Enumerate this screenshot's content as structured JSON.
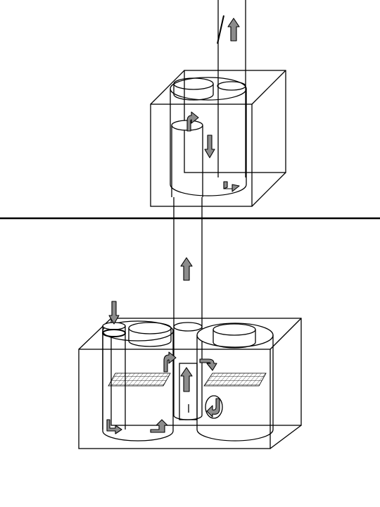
{
  "diagram": {
    "colors": {
      "line": "#000000",
      "arrow_fill": "#8c8c8c",
      "background": "#ffffff",
      "grid": "#000000"
    },
    "parts": [
      "upper-chamber",
      "lower-chamber",
      "ground-line",
      "riser-pipe",
      "exhaust-stack",
      "filter-screen-left",
      "filter-screen-right"
    ]
  }
}
